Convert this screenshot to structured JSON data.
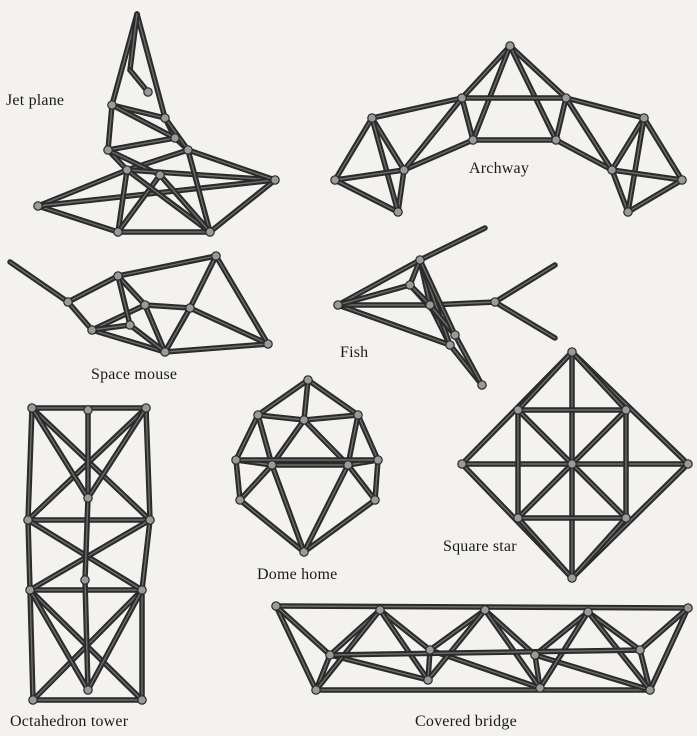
{
  "labels": {
    "jet_plane": "Jet plane",
    "archway": "Archway",
    "space_mouse": "Space mouse",
    "fish": "Fish",
    "dome_home": "Dome home",
    "square_star": "Square star",
    "octahedron_tower": "Octahedron tower",
    "covered_bridge": "Covered bridge"
  }
}
